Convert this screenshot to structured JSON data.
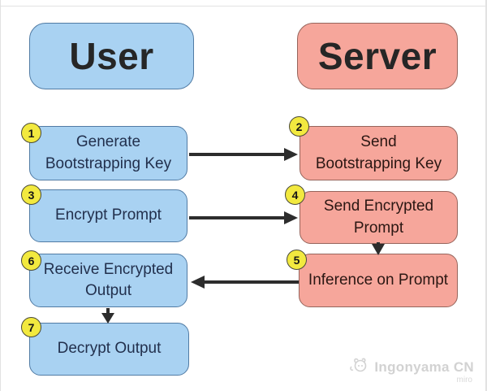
{
  "colors": {
    "page-bg": "#ffffff",
    "edge-line": "#e2e2e2",
    "blue-fill": "#a9d2f2",
    "blue-border": "#517ba4",
    "blue-text": "#22304d",
    "salmon-fill": "#f6a69b",
    "salmon-border": "#96655c",
    "salmon-text": "#2b1713",
    "header-text": "#262626",
    "badge-fill": "#f2e93f",
    "badge-border": "#4a4a38",
    "badge-text": "#161616",
    "arrow": "#2d2d2d",
    "watermark": "#d2d2d2"
  },
  "headers": {
    "user": "User",
    "server": "Server"
  },
  "steps": [
    {
      "num": "1",
      "text": "Generate\nBootstrapping Key",
      "actor": "user"
    },
    {
      "num": "2",
      "text": "Send\nBootstrapping Key",
      "actor": "server"
    },
    {
      "num": "3",
      "text": "Encrypt Prompt",
      "actor": "user"
    },
    {
      "num": "4",
      "text": "Send Encrypted\nPrompt",
      "actor": "server"
    },
    {
      "num": "5",
      "text": "Inference on Prompt",
      "actor": "server"
    },
    {
      "num": "6",
      "text": "Receive Encrypted\nOutput",
      "actor": "user"
    },
    {
      "num": "7",
      "text": "Decrypt Output",
      "actor": "user"
    }
  ],
  "watermark": {
    "brand": "Ingonyama CN",
    "product": "miro"
  }
}
